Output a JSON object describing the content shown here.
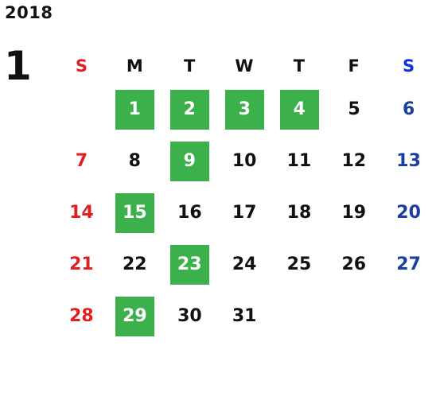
{
  "year": "2018",
  "month": "1",
  "weekday_headers": [
    "S",
    "M",
    "T",
    "W",
    "T",
    "F",
    "S"
  ],
  "weeks": [
    [
      "",
      "1",
      "2",
      "3",
      "4",
      "5",
      "6"
    ],
    [
      "7",
      "8",
      "9",
      "10",
      "11",
      "12",
      "13"
    ],
    [
      "14",
      "15",
      "16",
      "17",
      "18",
      "19",
      "20"
    ],
    [
      "21",
      "22",
      "23",
      "24",
      "25",
      "26",
      "27"
    ],
    [
      "28",
      "29",
      "30",
      "31",
      "",
      "",
      ""
    ]
  ],
  "highlighted_days": [
    "1",
    "2",
    "3",
    "4",
    "9",
    "15",
    "23",
    "29"
  ],
  "colors": {
    "sunday": "#e02020",
    "saturday": "#1a3fa0",
    "highlight": "#3cb04a"
  }
}
